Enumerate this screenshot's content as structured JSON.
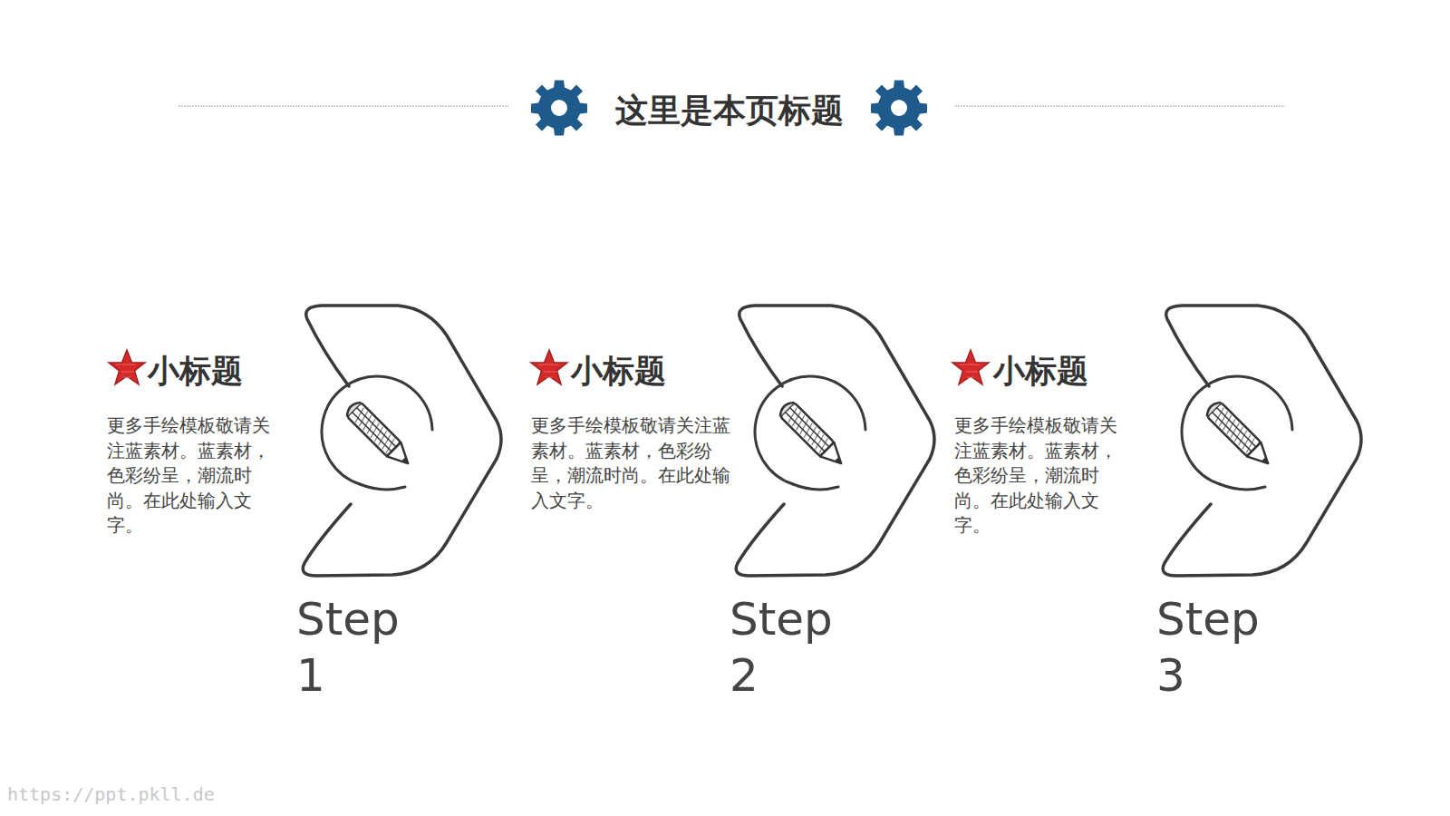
{
  "diagram": {
    "title": "这里是本页标题",
    "nodes": [
      {
        "text": [
          "Step 1"
        ]
      },
      {
        "text": [
          "Step 2"
        ]
      },
      {
        "text": [
          "Step 3"
        ]
      }
    ],
    "labels": [
      "小标题",
      "更多手绘模板敬请关注蓝素材。蓝素材，色彩纷呈，潮流时尚。在此处输入文字。",
      "小标题",
      "更多手绘模板敬请关注蓝素材。蓝素材，色彩纷呈，潮流时尚。在此处输入文字。",
      "小标题",
      "更多手绘模板敬请关注蓝素材。蓝素材，色彩纷呈，潮流时尚。在此处输入文字。",
      "https://ppt.pkll.de"
    ]
  }
}
